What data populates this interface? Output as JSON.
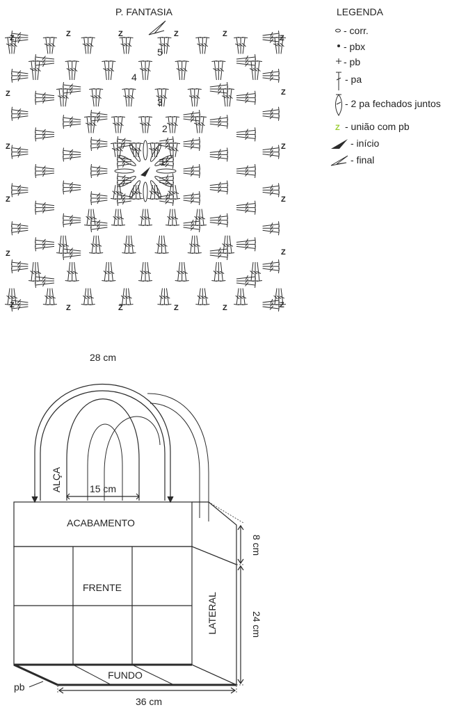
{
  "chart_title": "P. FANTASIA",
  "legend": {
    "title": "LEGENDA",
    "items": [
      {
        "symbol": "chain-icon",
        "text": "- corr."
      },
      {
        "symbol": "slip-stitch-icon",
        "text": "- pbx"
      },
      {
        "symbol": "single-crochet-icon",
        "text": "- pb"
      },
      {
        "symbol": "double-crochet-icon",
        "text": "- pa"
      },
      {
        "symbol": "dc2tog-icon",
        "text": "- 2 pa fechados juntos"
      },
      {
        "symbol": "join-z-icon",
        "text": "- união com pb"
      },
      {
        "symbol": "start-arrow-icon",
        "text": "- início"
      },
      {
        "symbol": "end-arrow-icon",
        "text": "- final"
      }
    ],
    "join_glyph": "Z"
  },
  "rounds": [
    "1",
    "2",
    "3",
    "4",
    "5"
  ],
  "colors": {
    "join": "#9acd32",
    "ink": "#2b2b2b"
  },
  "bag": {
    "handle_width": "28 cm",
    "handle_label": "ALÇA",
    "handle_gap": "15 cm",
    "trim_label": "ACABAMENTO",
    "trim_height": "8 cm",
    "front_label": "FRENTE",
    "side_label": "LATERAL",
    "body_height": "24 cm",
    "bottom_label": "FUNDO",
    "pb_label": "pb",
    "width": "36 cm"
  }
}
